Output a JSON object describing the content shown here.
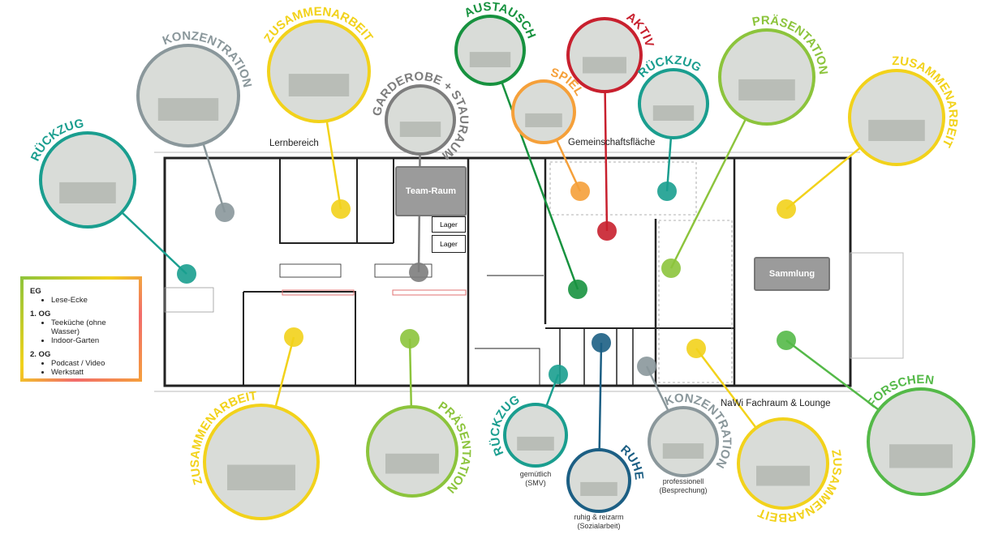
{
  "areas": {
    "lernbereich": "Lernbereich",
    "gemeinschaft": "Gemeinschaftsfläche",
    "nawi": "NaWi Fachraum & Lounge"
  },
  "rooms": {
    "team": "Team-Raum",
    "lager1": "Lager",
    "lager2": "Lager",
    "sammlung": "Sammlung"
  },
  "legend": {
    "groups": [
      {
        "title": "EG",
        "items": [
          "Lese-Ecke"
        ]
      },
      {
        "title": "1. OG",
        "items": [
          "Teeküche (ohne Wasser)",
          "Indoor-Garten"
        ]
      },
      {
        "title": "2. OG",
        "items": [
          "Podcast / Video",
          "Werkstatt"
        ]
      }
    ]
  },
  "bubbles": [
    {
      "id": "rueckzug-left",
      "label": "RÜCKZUG",
      "color": "#1a9e8f"
    },
    {
      "id": "konzentration-top",
      "label": "KONZENTRATION",
      "color": "#8a979b"
    },
    {
      "id": "zusammenarbeit-top",
      "label": "ZUSAMMENARBEIT",
      "color": "#f2d21b"
    },
    {
      "id": "garderobe",
      "label": "GARDEROBE + STAURAUM",
      "color": "#7d7d7d"
    },
    {
      "id": "austausch",
      "label": "AUSTAUSCH",
      "color": "#17923f"
    },
    {
      "id": "spiel",
      "label": "SPIEL",
      "color": "#f5a03a"
    },
    {
      "id": "aktiv",
      "label": "AKTIV",
      "color": "#c8202e"
    },
    {
      "id": "rueckzug-top",
      "label": "RÜCKZUG",
      "color": "#1a9e8f"
    },
    {
      "id": "praesentation-top",
      "label": "PRÄSENTATION",
      "color": "#8cc43c"
    },
    {
      "id": "zusammenarbeit-right",
      "label": "ZUSAMMENARBEIT",
      "color": "#f2d21b"
    },
    {
      "id": "forschen",
      "label": "FORSCHEN",
      "color": "#54b948"
    },
    {
      "id": "zusammenarbeit-bottom-right",
      "label": "ZUSAMMENARBEIT",
      "color": "#f2d21b"
    },
    {
      "id": "konzentration-bottom",
      "label": "KONZENTRATION",
      "color": "#8a979b"
    },
    {
      "id": "ruhe",
      "label": "RUHE",
      "color": "#1c5f84"
    },
    {
      "id": "rueckzug-bottom",
      "label": "RÜCKZUG",
      "color": "#1a9e8f"
    },
    {
      "id": "praesentation-bottom",
      "label": "PRÄSENTATION",
      "color": "#8cc43c"
    },
    {
      "id": "zusammenarbeit-bottom-left",
      "label": "ZUSAMMENARBEIT",
      "color": "#f2d21b"
    }
  ],
  "captions": {
    "rueckzug": [
      "gemütlich",
      "(SMV)"
    ],
    "ruhe": [
      "ruhig & reizarm",
      "(Sozialarbeit)"
    ],
    "konzentration": [
      "professionell",
      "(Besprechung)"
    ]
  }
}
